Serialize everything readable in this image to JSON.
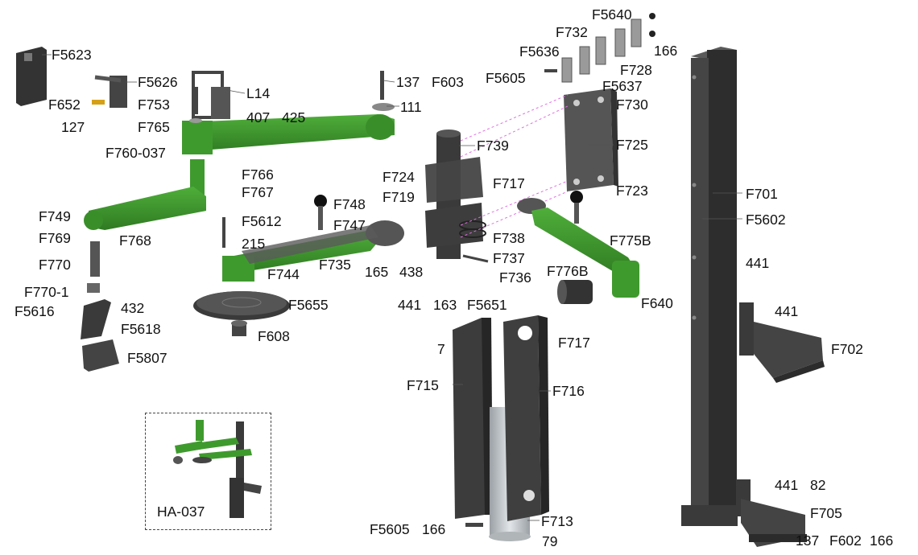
{
  "colors": {
    "green": "#3f9a2e",
    "green_dark": "#2f7622",
    "steel": "#4a4a4a",
    "steel_dark": "#2e2e2e",
    "steel_light": "#6a6a6a",
    "cylinder": "#bfc4c8",
    "guide_line": "#e070e0"
  },
  "labels": [
    {
      "id": "F5623",
      "text": "F5623"
    },
    {
      "id": "F5626",
      "text": "F5626"
    },
    {
      "id": "L14",
      "text": "L14"
    },
    {
      "id": "137a",
      "text": "137"
    },
    {
      "id": "F603",
      "text": "F603"
    },
    {
      "id": "F652",
      "text": "F652"
    },
    {
      "id": "F753",
      "text": "F753"
    },
    {
      "id": "111",
      "text": "111"
    },
    {
      "id": "127",
      "text": "127"
    },
    {
      "id": "F765",
      "text": "F765"
    },
    {
      "id": "407",
      "text": "407"
    },
    {
      "id": "425",
      "text": "425"
    },
    {
      "id": "F760-037",
      "text": "F760-037"
    },
    {
      "id": "F766",
      "text": "F766"
    },
    {
      "id": "F767",
      "text": "F767"
    },
    {
      "id": "F749",
      "text": "F749"
    },
    {
      "id": "F769",
      "text": "F769"
    },
    {
      "id": "F768",
      "text": "F768"
    },
    {
      "id": "F770",
      "text": "F770"
    },
    {
      "id": "F770-1",
      "text": "F770-1"
    },
    {
      "id": "F5616",
      "text": "F5616"
    },
    {
      "id": "432",
      "text": "432"
    },
    {
      "id": "F5618",
      "text": "F5618"
    },
    {
      "id": "F5807",
      "text": "F5807"
    },
    {
      "id": "F748",
      "text": "F748"
    },
    {
      "id": "F5612",
      "text": "F5612"
    },
    {
      "id": "F747",
      "text": "F747"
    },
    {
      "id": "215",
      "text": "215"
    },
    {
      "id": "F735",
      "text": "F735"
    },
    {
      "id": "F744",
      "text": "F744"
    },
    {
      "id": "165",
      "text": "165"
    },
    {
      "id": "438",
      "text": "438"
    },
    {
      "id": "F5655",
      "text": "F5655"
    },
    {
      "id": "F608",
      "text": "F608"
    },
    {
      "id": "F739",
      "text": "F739"
    },
    {
      "id": "F724",
      "text": "F724"
    },
    {
      "id": "F717a",
      "text": "F717"
    },
    {
      "id": "F719",
      "text": "F719"
    },
    {
      "id": "F738",
      "text": "F738"
    },
    {
      "id": "F737",
      "text": "F737"
    },
    {
      "id": "F736",
      "text": "F736"
    },
    {
      "id": "441a",
      "text": "441"
    },
    {
      "id": "163",
      "text": "163"
    },
    {
      "id": "F5651",
      "text": "F5651"
    },
    {
      "id": "F5640",
      "text": "F5640"
    },
    {
      "id": "F732",
      "text": "F732"
    },
    {
      "id": "166a",
      "text": "166"
    },
    {
      "id": "F5636",
      "text": "F5636"
    },
    {
      "id": "F728",
      "text": "F728"
    },
    {
      "id": "F5605a",
      "text": "F5605"
    },
    {
      "id": "F5637",
      "text": "F5637"
    },
    {
      "id": "F730",
      "text": "F730"
    },
    {
      "id": "F725",
      "text": "F725"
    },
    {
      "id": "F723",
      "text": "F723"
    },
    {
      "id": "F775B",
      "text": "F775B"
    },
    {
      "id": "F776B",
      "text": "F776B"
    },
    {
      "id": "F640",
      "text": "F640"
    },
    {
      "id": "F701",
      "text": "F701"
    },
    {
      "id": "F5602",
      "text": "F5602"
    },
    {
      "id": "441b",
      "text": "441"
    },
    {
      "id": "441c",
      "text": "441"
    },
    {
      "id": "F702",
      "text": "F702"
    },
    {
      "id": "7",
      "text": "7"
    },
    {
      "id": "F717b",
      "text": "F717"
    },
    {
      "id": "F715",
      "text": "F715"
    },
    {
      "id": "F716",
      "text": "F716"
    },
    {
      "id": "F713",
      "text": "F713"
    },
    {
      "id": "F5605b",
      "text": "F5605"
    },
    {
      "id": "166b",
      "text": "166"
    },
    {
      "id": "79",
      "text": "79"
    },
    {
      "id": "441d",
      "text": "441"
    },
    {
      "id": "82",
      "text": "82"
    },
    {
      "id": "F705",
      "text": "F705"
    },
    {
      "id": "137b",
      "text": "137"
    },
    {
      "id": "F602",
      "text": "F602"
    },
    {
      "id": "166c",
      "text": "166"
    },
    {
      "id": "HA-037",
      "text": "HA-037"
    }
  ]
}
